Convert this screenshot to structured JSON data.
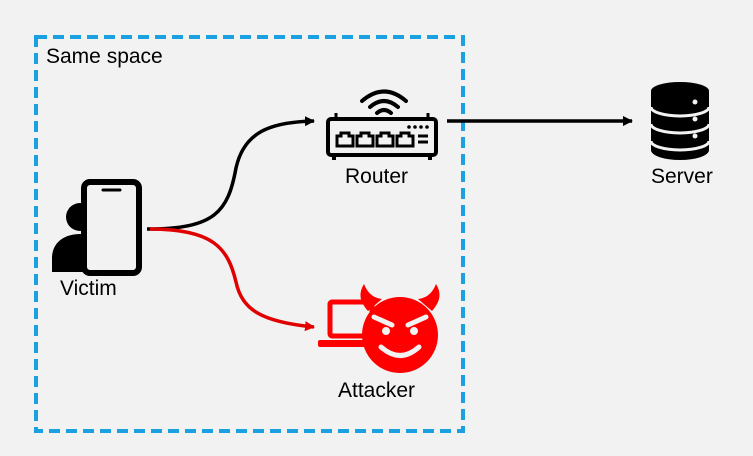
{
  "zone": {
    "label": "Same space",
    "border_color": "#1ba1e2"
  },
  "nodes": {
    "victim": {
      "label": "Victim",
      "icon": "person-with-phone-icon"
    },
    "router": {
      "label": "Router",
      "icon": "wifi-router-icon"
    },
    "server": {
      "label": "Server",
      "icon": "database-server-icon"
    },
    "attacker": {
      "label": "Attacker",
      "icon": "devil-laptop-icon",
      "color": "#ff0000"
    }
  },
  "connections": [
    {
      "from": "victim",
      "to": "router",
      "color": "#000000"
    },
    {
      "from": "router",
      "to": "server",
      "color": "#000000"
    },
    {
      "from": "victim",
      "to": "attacker",
      "color": "#e00000"
    }
  ]
}
